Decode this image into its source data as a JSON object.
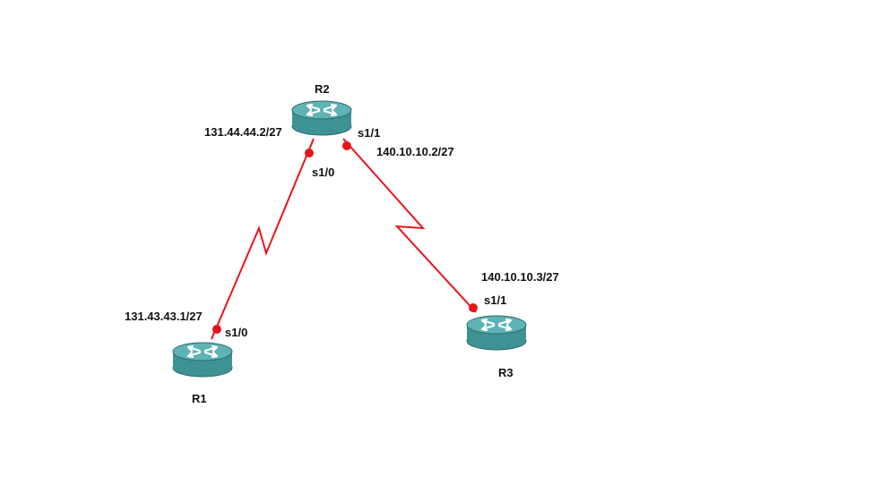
{
  "colors": {
    "link": "#e8141b",
    "router_body": "#3f9294",
    "router_top": "#5fb3b5",
    "router_edge": "#2a6b6d",
    "router_arrow": "#ffffff"
  },
  "routers": {
    "r1": {
      "name": "R1",
      "icon": "router-icon"
    },
    "r2": {
      "name": "R2",
      "icon": "router-icon"
    },
    "r3": {
      "name": "R3",
      "icon": "router-icon"
    }
  },
  "links": {
    "r1_r2": {
      "r1_port": "s1/0",
      "r1_ip": "131.43.43.1/27",
      "r2_port": "s1/0",
      "r2_ip": "131.44.44.2/27"
    },
    "r2_r3": {
      "r2_port": "s1/1",
      "r2_ip": "140.10.10.2/27",
      "r3_port": "s1/1",
      "r3_ip": "140.10.10.3/27"
    }
  }
}
